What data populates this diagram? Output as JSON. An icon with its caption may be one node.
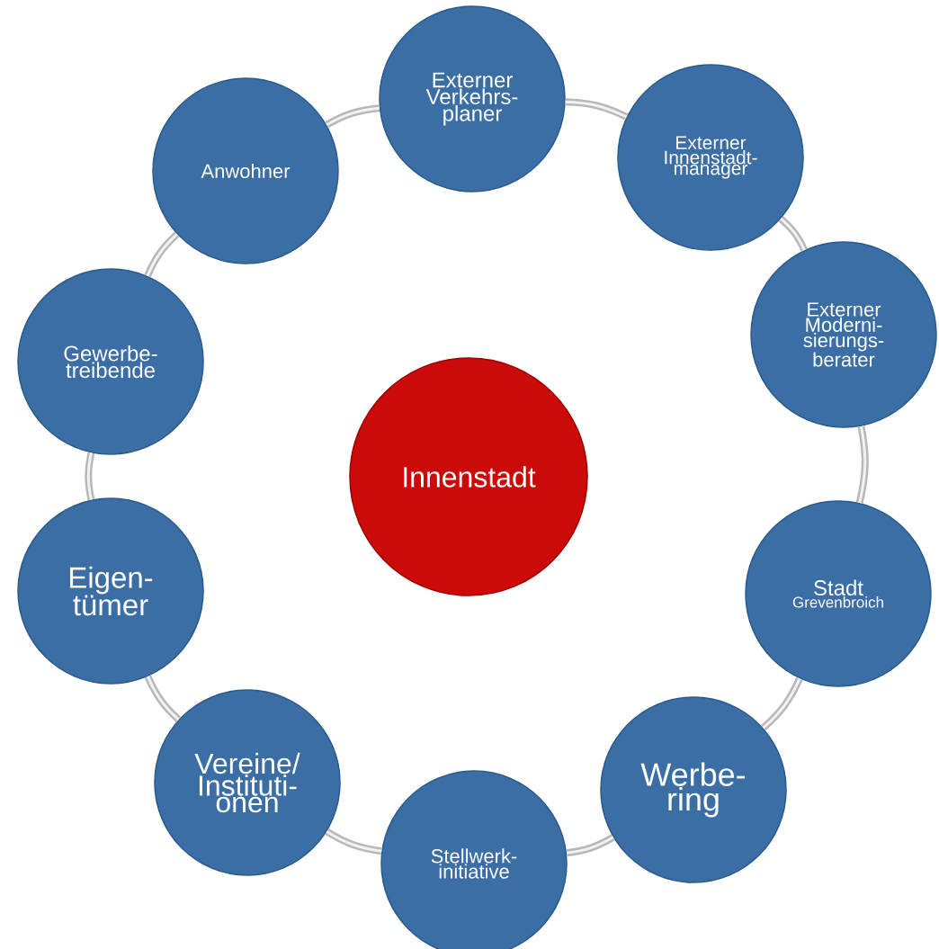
{
  "diagram": {
    "nodes": [
      {
        "text": [
          "Innenstadt"
        ]
      },
      {
        "text": [
          "Externer Verkehrs- planer"
        ]
      },
      {
        "text": [
          "Externer Innenstadt- manager"
        ]
      },
      {
        "text": [
          "Externer Moderni- sierungs- berater"
        ]
      },
      {
        "text": [
          "Stadt",
          "Grevenbroich"
        ]
      },
      {
        "text": [
          "Werbe- ring"
        ]
      },
      {
        "text": [
          "Stellwerk- initiative"
        ]
      },
      {
        "text": [
          "Vereine/ Instituti- onen"
        ]
      },
      {
        "text": [
          "Eigen- tümer"
        ]
      },
      {
        "text": [
          "Gewerbe- treibende"
        ]
      },
      {
        "text": [
          "Anwohner"
        ]
      }
    ],
    "edges": [
      {
        "from": 1,
        "to": 2,
        "arrow": "none"
      },
      {
        "from": 2,
        "to": 3,
        "arrow": "none"
      },
      {
        "from": 3,
        "to": 4,
        "arrow": "none"
      },
      {
        "from": 4,
        "to": 5,
        "arrow": "none"
      },
      {
        "from": 5,
        "to": 6,
        "arrow": "none"
      },
      {
        "from": 6,
        "to": 7,
        "arrow": "none"
      },
      {
        "from": 7,
        "to": 8,
        "arrow": "none"
      },
      {
        "from": 8,
        "to": 9,
        "arrow": "none"
      },
      {
        "from": 9,
        "to": 10,
        "arrow": "none"
      },
      {
        "from": 10,
        "to": 1,
        "arrow": "none"
      }
    ]
  }
}
